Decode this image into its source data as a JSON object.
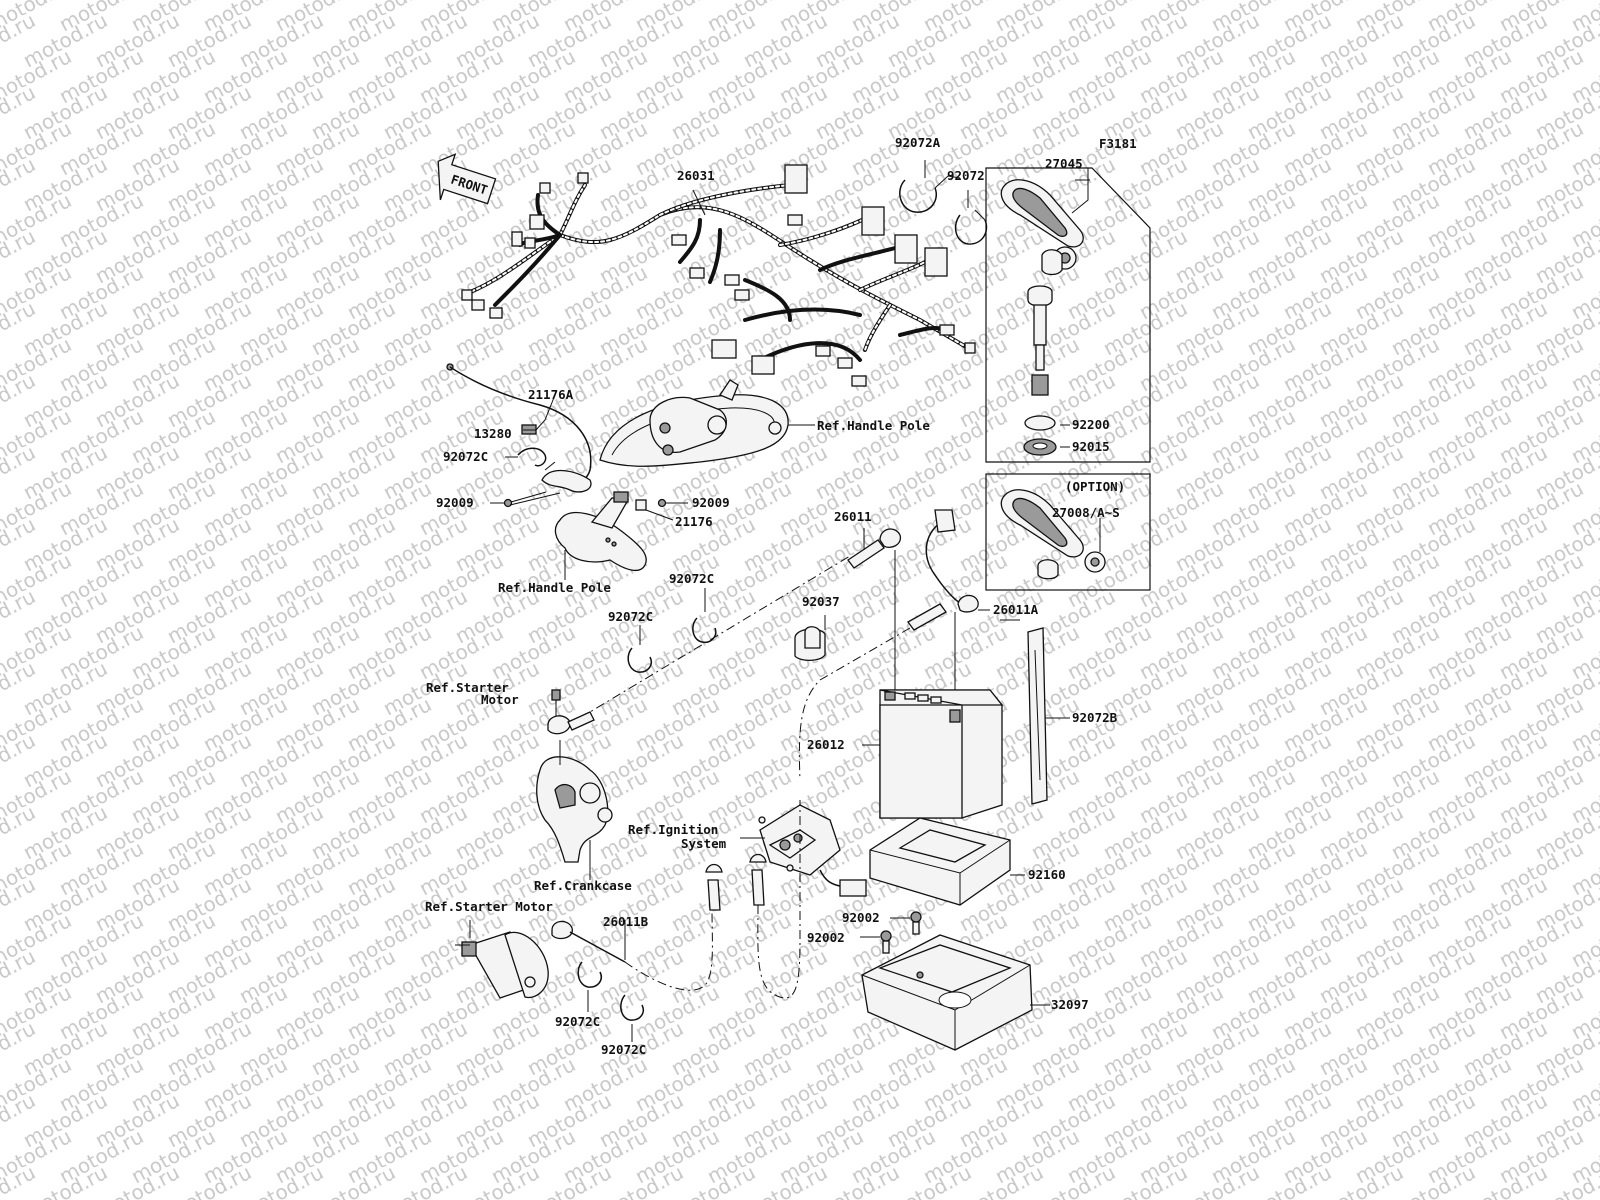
{
  "watermark": "motod.ru",
  "figure_code": "F3181",
  "front_label": "FRONT",
  "option_label": "(OPTION)",
  "labels": [
    {
      "id": "l-92072A",
      "text": "92072A"
    },
    {
      "id": "l-26031",
      "text": "26031"
    },
    {
      "id": "l-92072",
      "text": "92072"
    },
    {
      "id": "l-27045",
      "text": "27045"
    },
    {
      "id": "l-21176A",
      "text": "21176A"
    },
    {
      "id": "l-13280",
      "text": "13280"
    },
    {
      "id": "l-92072C-a",
      "text": "92072C"
    },
    {
      "id": "l-ref-handle-pole-1",
      "text": "Ref.Handle Pole"
    },
    {
      "id": "l-92200",
      "text": "92200"
    },
    {
      "id": "l-92015",
      "text": "92015"
    },
    {
      "id": "l-92009-a",
      "text": "92009"
    },
    {
      "id": "l-92009-b",
      "text": "92009"
    },
    {
      "id": "l-21176",
      "text": "21176"
    },
    {
      "id": "l-26011",
      "text": "26011"
    },
    {
      "id": "l-27008",
      "text": "27008/A~S"
    },
    {
      "id": "l-ref-handle-pole-2",
      "text": "Ref.Handle Pole"
    },
    {
      "id": "l-92072C-b",
      "text": "92072C"
    },
    {
      "id": "l-92072C-c",
      "text": "92072C"
    },
    {
      "id": "l-92037",
      "text": "92037"
    },
    {
      "id": "l-26011A",
      "text": "26011A"
    },
    {
      "id": "l-ref-starter-motor-1a",
      "text": "Ref.Starter"
    },
    {
      "id": "l-ref-starter-motor-1b",
      "text": "Motor"
    },
    {
      "id": "l-92072B",
      "text": "92072B"
    },
    {
      "id": "l-26012",
      "text": "26012"
    },
    {
      "id": "l-ref-ignition-a",
      "text": "Ref.Ignition"
    },
    {
      "id": "l-ref-ignition-b",
      "text": "System"
    },
    {
      "id": "l-92160",
      "text": "92160"
    },
    {
      "id": "l-ref-crankcase",
      "text": "Ref.Crankcase"
    },
    {
      "id": "l-ref-starter-motor-2",
      "text": "Ref.Starter Motor"
    },
    {
      "id": "l-26011B",
      "text": "26011B"
    },
    {
      "id": "l-92002-a",
      "text": "92002"
    },
    {
      "id": "l-92002-b",
      "text": "92002"
    },
    {
      "id": "l-32097",
      "text": "32097"
    },
    {
      "id": "l-92072C-d",
      "text": "92072C"
    },
    {
      "id": "l-92072C-e",
      "text": "92072C"
    }
  ]
}
